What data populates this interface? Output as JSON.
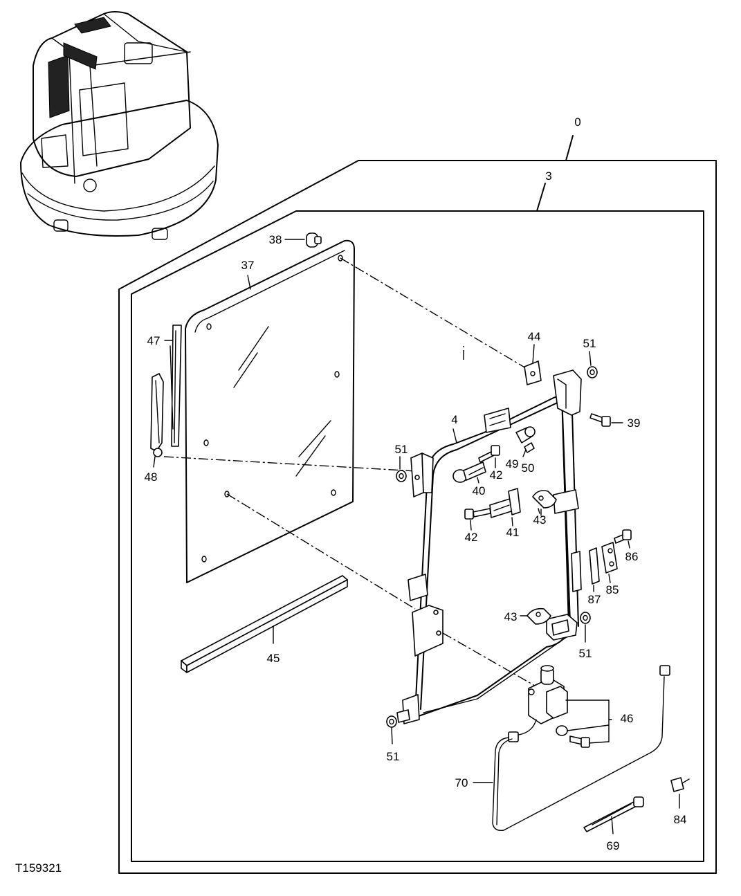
{
  "figure_id": "T159321",
  "labels": {
    "l0": "0",
    "l3": "3",
    "l4": "4",
    "l37": "37",
    "l38": "38",
    "l39": "39",
    "l40": "40",
    "l41": "41",
    "l42a": "42",
    "l42b": "42",
    "l43a": "43",
    "l43b": "43",
    "l44": "44",
    "l45": "45",
    "l46": "46",
    "l47": "47",
    "l48": "48",
    "l49": "49",
    "l50": "50",
    "l51a": "51",
    "l51b": "51",
    "l51c": "51",
    "l51d": "51",
    "l69": "69",
    "l70": "70",
    "l84": "84",
    "l85": "85",
    "l86": "86",
    "l87": "87"
  }
}
